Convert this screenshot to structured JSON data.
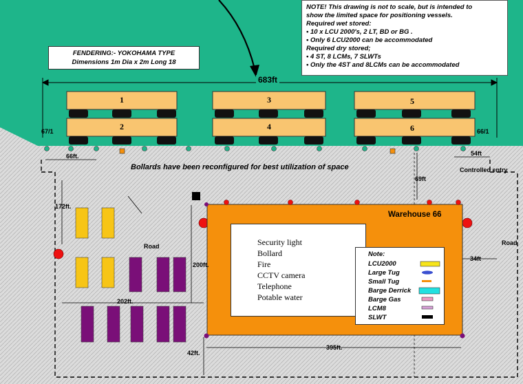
{
  "note_box": {
    "lines": [
      "NOTE! This drawing is not to scale, but is intended to",
      "show the limited space for positioning vessels.",
      "Required wet stored:",
      "• 10 x LCU 2000's, 2 LT, BD or BG .",
      "• Only 6 LCU2000 can be accommodated",
      "Required dry stored;",
      "• 4 ST, 8 LCMs, 7 SLWTs",
      "•  Only the 4ST and 8LCMs can be accommodated"
    ]
  },
  "fendering": {
    "title": "FENDERING:- YOKOHAMA TYPE",
    "dims": "Dimensions    1m Dia x 2m Long    18"
  },
  "pier_length": "683ft",
  "berths": [
    "1",
    "2",
    "3",
    "4",
    "5",
    "6"
  ],
  "pier_ends": {
    "left": "67/1",
    "right": "66/1"
  },
  "dimensions": {
    "d66": "66ft.",
    "d54": "54ft",
    "d69": "69ft",
    "d172": "172ft.",
    "d200": "200ft.",
    "d202": "202ft.",
    "d34": "34ft",
    "d395": "395ft.",
    "d42": "42ft."
  },
  "bollards_note": "Bollards have been reconfigured for best utilization of space",
  "controlled_entry": "Controlled entry",
  "road_left": "Road",
  "road_right": "Road",
  "warehouse": "Warehouse 66",
  "legend_symbols": [
    {
      "label": "Security light"
    },
    {
      "label": "Bollard"
    },
    {
      "label": "Fire"
    },
    {
      "label": "CCTV camera"
    },
    {
      "label": "Telephone"
    },
    {
      "label": "Potable water"
    }
  ],
  "legend_vessels": {
    "title": "Note:",
    "items": [
      {
        "label": "LCU2000"
      },
      {
        "label": "Large Tug"
      },
      {
        "label": "Small Tug"
      },
      {
        "label": "Barge Derrick"
      },
      {
        "label": "Barge Gas"
      },
      {
        "label": "LCM8"
      },
      {
        "label": "SLWT"
      }
    ]
  },
  "colors": {
    "water": "#1eb58a",
    "land": "#d9d9d9",
    "vessel": "#f9c570",
    "warehouse": "#f5900c",
    "lcm": "#f7c516",
    "slwt": "#7a0f78",
    "security_light": "#ee1111",
    "bollard": "#22b58a"
  }
}
